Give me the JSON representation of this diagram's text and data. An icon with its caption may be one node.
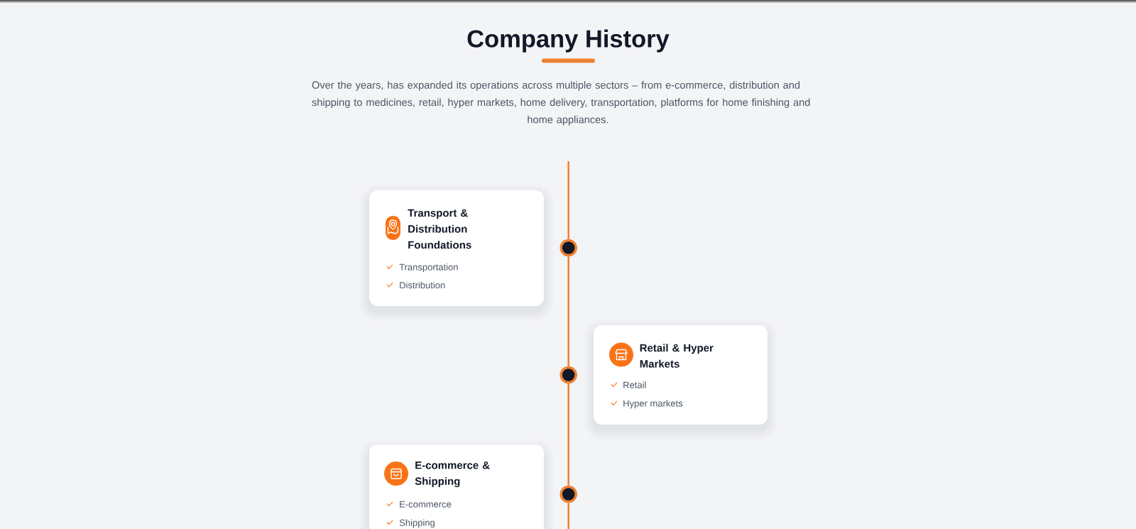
{
  "diagram": {
    "title": "Company History",
    "nodes": [
      {
        "text": [
          "Transport & Distribution Foundations",
          "Transportation",
          "Distribution"
        ]
      },
      {
        "text": [],
        "shape": "circle"
      },
      {
        "text": [
          "Retail & Hyper Markets",
          "Retail",
          "Hyper markets"
        ]
      },
      {
        "text": [],
        "shape": "circle"
      },
      {
        "text": [
          "E-commerce & Shipping",
          "E-commerce",
          "Shipping"
        ]
      },
      {
        "text": [],
        "shape": "circle"
      }
    ],
    "edges": [
      {
        "from": null,
        "to": 1,
        "arrow": "none"
      },
      {
        "from": 1,
        "to": 3,
        "arrow": "none"
      },
      {
        "from": 3,
        "to": 5,
        "arrow": "none"
      },
      {
        "from": 5,
        "to": null,
        "arrow": "none"
      }
    ],
    "labels": [
      "Over the years, has expanded its operations across multiple sectors – from e-commerce, distribution and shipping to medicines, retail, hyper markets, home delivery, transportation, platforms for home finishing and home appliances."
    ]
  }
}
